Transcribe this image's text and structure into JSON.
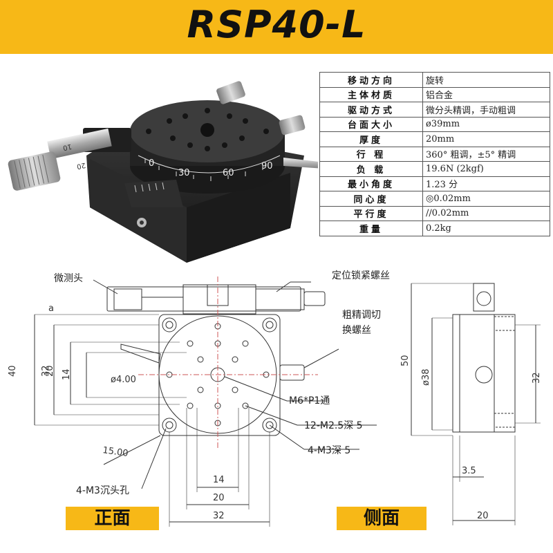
{
  "title": "RSP40-L",
  "specs": [
    {
      "key": "移动方向",
      "value": "旋转"
    },
    {
      "key": "主体材质",
      "value": "铝合金"
    },
    {
      "key": "驱动方式",
      "value": "微分头精调，手动粗调"
    },
    {
      "key": "台面大小",
      "value": "ø39mm"
    },
    {
      "key": "厚度",
      "value": "20mm"
    },
    {
      "key": "行 程",
      "value": "360° 粗调，±5° 精调"
    },
    {
      "key": "负 载",
      "value": "19.6N (2kgf)"
    },
    {
      "key": "最小角度",
      "value": "1.23 分"
    },
    {
      "key": "同心度",
      "value": "◎0.02mm"
    },
    {
      "key": "平行度",
      "value": "//0.02mm"
    },
    {
      "key": "重量",
      "value": "0.2kg"
    }
  ],
  "photo": {
    "micrometer_ticks": [
      "10",
      "20"
    ],
    "dial_ticks": [
      "0",
      "30",
      "60",
      "90"
    ]
  },
  "drawing": {
    "callouts": {
      "micrometer_head": "微测头",
      "lock_screw": "定位锁紧螺丝",
      "switch_screw_1": "粗精调切",
      "switch_screw_2": "换螺丝",
      "center_hole": "M6*P1通",
      "holes_12": "12-M2.5深 5",
      "holes_4": "4-M3深 5",
      "counterbore": "4-M3沉头孔"
    },
    "dims_front": {
      "h40": "40",
      "h32": "32",
      "h20": "20",
      "h14": "14",
      "dia4": "ø4.00",
      "d15": "15.00",
      "w14": "14",
      "w20": "20",
      "w32": "32"
    },
    "dims_side": {
      "h50": "50",
      "dia38": "ø38",
      "h32": "32",
      "d35": "3.5",
      "w20": "20"
    },
    "small_mark": "a"
  },
  "view_labels": {
    "front": "正面",
    "side": "侧面"
  }
}
